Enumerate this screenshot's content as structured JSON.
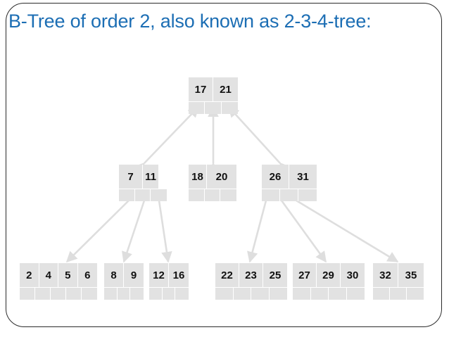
{
  "slide": {
    "title": "B-Tree of order 2, also known as 2-3-4-tree:",
    "title_color": "#1c6eb4",
    "background": "#ffffff",
    "node_fill": "#e2e2e2",
    "divider_color": "#ffffff",
    "arrow_color": "#dedede",
    "text_color": "#111111",
    "frame_color": "#2b2b2b"
  },
  "tree": {
    "type": "b-tree",
    "order": 2,
    "alias": "2-3-4-tree",
    "levels": 3,
    "root": {
      "id": "root",
      "keys": [
        "17",
        "21"
      ],
      "pointer_cells": 3
    },
    "internal": [
      {
        "id": "internal-1",
        "keys": [
          "7",
          "11"
        ],
        "pointer_cells": 3
      },
      {
        "id": "internal-2",
        "keys": [
          "18",
          "20"
        ],
        "pointer_cells": 3
      },
      {
        "id": "internal-3",
        "keys": [
          "26",
          "31"
        ],
        "pointer_cells": 3
      }
    ],
    "leaves": [
      {
        "id": "leaf-1",
        "keys": [
          "2",
          "4",
          "5",
          "6"
        ],
        "pointer_cells": 5
      },
      {
        "id": "leaf-2",
        "keys": [
          "8",
          "9"
        ],
        "pointer_cells": 3
      },
      {
        "id": "leaf-3",
        "keys": [
          "12",
          "16"
        ],
        "pointer_cells": 3
      },
      {
        "id": "leaf-4",
        "keys": [
          "22",
          "23",
          "25"
        ],
        "pointer_cells": 4
      },
      {
        "id": "leaf-5",
        "keys": [
          "27",
          "29",
          "30"
        ],
        "pointer_cells": 4
      },
      {
        "id": "leaf-6",
        "keys": [
          "32",
          "35"
        ],
        "pointer_cells": 3
      }
    ],
    "edges": [
      {
        "from": "root",
        "to": "internal-1"
      },
      {
        "from": "root",
        "to": "internal-2"
      },
      {
        "from": "root",
        "to": "internal-3"
      },
      {
        "from": "internal-1",
        "to": "leaf-1"
      },
      {
        "from": "internal-1",
        "to": "leaf-2"
      },
      {
        "from": "internal-1",
        "to": "leaf-3"
      },
      {
        "from": "internal-3",
        "to": "leaf-4"
      },
      {
        "from": "internal-3",
        "to": "leaf-5"
      },
      {
        "from": "internal-3",
        "to": "leaf-6"
      }
    ]
  }
}
